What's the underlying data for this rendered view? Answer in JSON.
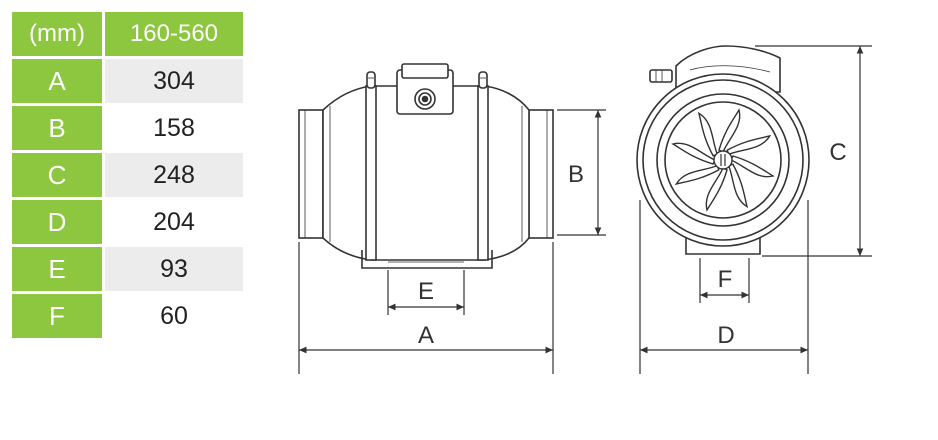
{
  "table": {
    "header": {
      "unit": "(mm)",
      "model": "160-560"
    },
    "rows": [
      {
        "key": "A",
        "value": "304"
      },
      {
        "key": "B",
        "value": "158"
      },
      {
        "key": "C",
        "value": "248"
      },
      {
        "key": "D",
        "value": "204"
      },
      {
        "key": "E",
        "value": "93"
      },
      {
        "key": "F",
        "value": "60"
      }
    ]
  },
  "drawing": {
    "labels": {
      "A": "A",
      "B": "B",
      "C": "C",
      "D": "D",
      "E": "E",
      "F": "F"
    }
  },
  "colors": {
    "accent": "#8dc63f",
    "row_shade": "#ececec",
    "line": "#333333"
  }
}
